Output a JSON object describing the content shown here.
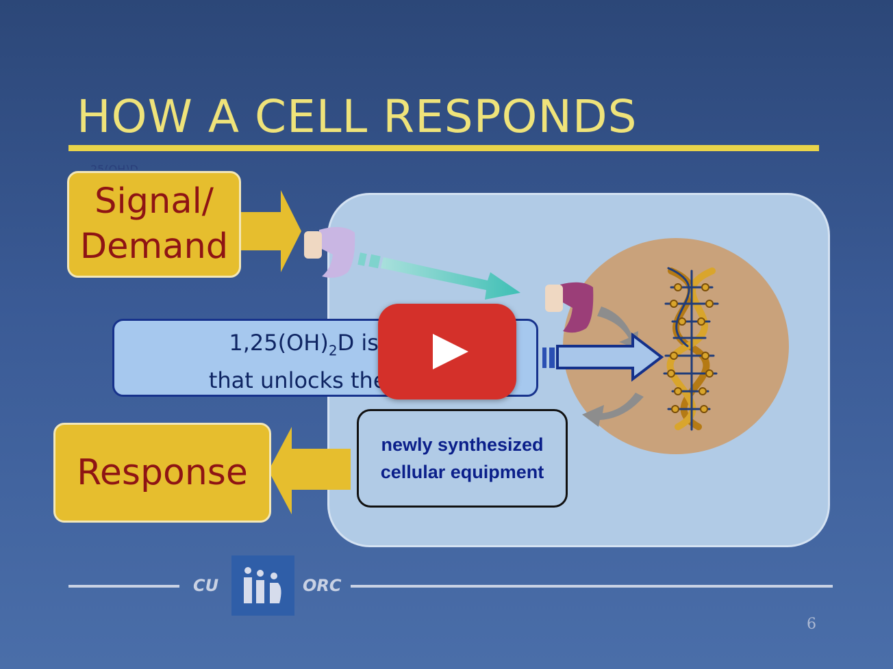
{
  "slide": {
    "title": "HOW A CELL RESPONDS",
    "ghost_text": "25(OH)D",
    "signal_line1": "Signal/",
    "signal_line2": "Demand",
    "unlock": {
      "line1_a": "1,25(OH)",
      "line1_sub": "2",
      "line1_b": "D is the",
      "line2": "that unlocks the DNA"
    },
    "equipment_line1": "newly synthesized",
    "equipment_line2": "cellular equipment",
    "response": "Response",
    "footer_left": "CU",
    "footer_right": "ORC",
    "page_number": "6"
  },
  "video": {
    "icons": {
      "play": "play-icon",
      "logo": "people-logo-icon"
    },
    "colors": {
      "play_button": "#d4302a",
      "title": "#efe37a",
      "accent_rule": "#e9d44a"
    }
  }
}
